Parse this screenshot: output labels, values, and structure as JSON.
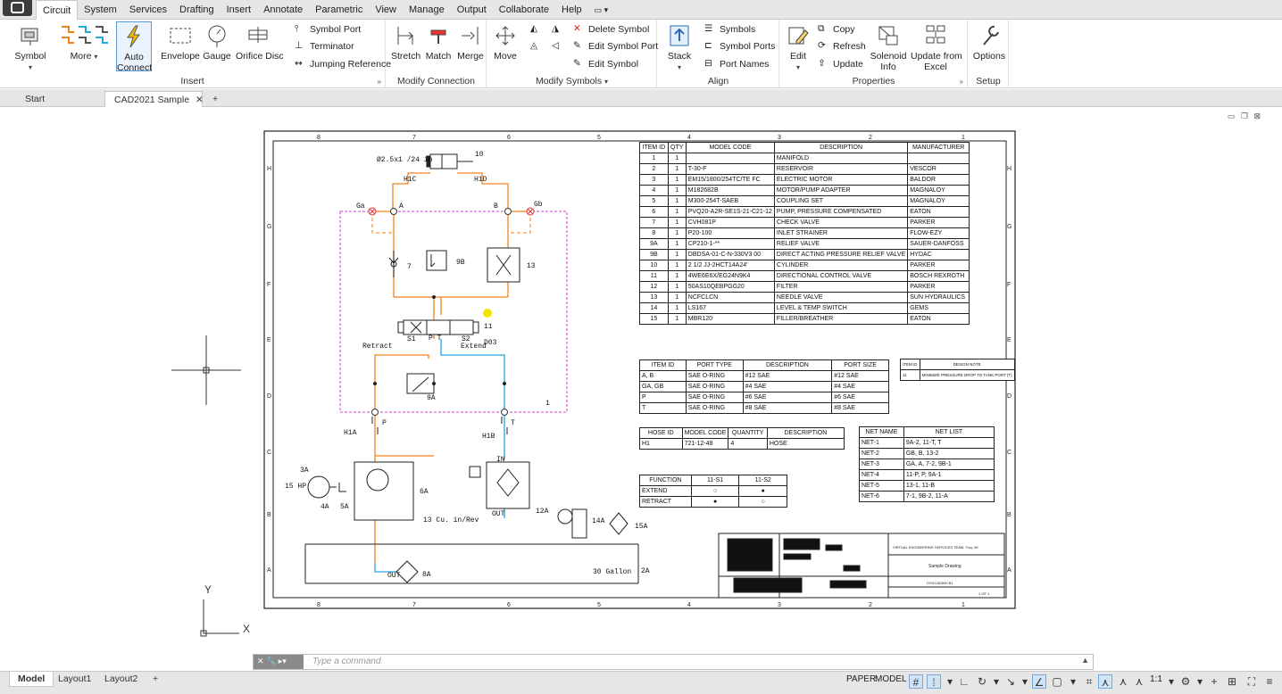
{
  "ribbon_tabs": [
    "Circuit",
    "System",
    "Services",
    "Drafting",
    "Insert",
    "Annotate",
    "Parametric",
    "View",
    "Manage",
    "Output",
    "Collaborate",
    "Help",
    "▭ ▾"
  ],
  "panels": {
    "insert": {
      "title": "Insert",
      "symbol": "Symbol",
      "more": "More",
      "auto_connect_1": "Auto",
      "auto_connect_2": "Connect",
      "envelope": "Envelope",
      "gauge": "Gauge",
      "orifice": "Orifice Disc",
      "symbol_port": "Symbol Port",
      "terminator": "Terminator",
      "jumping_ref": "Jumping Reference"
    },
    "modify_connection": {
      "title": "Modify Connection",
      "stretch": "Stretch",
      "match": "Match",
      "merge": "Merge"
    },
    "modify_symbols": {
      "title": "Modify Symbols",
      "move": "Move",
      "delete_symbol": "Delete Symbol",
      "edit_symbol_port": "Edit Symbol Port",
      "edit_symbol": "Edit Symbol"
    },
    "align": {
      "title": "Align",
      "stack": "Stack",
      "symbols": "Symbols",
      "symbol_ports": "Symbol Ports",
      "port_names": "Port Names"
    },
    "properties": {
      "title": "Properties",
      "edit": "Edit",
      "copy": "Copy",
      "refresh": "Refresh",
      "update": "Update",
      "solenoid_1": "Solenoid",
      "solenoid_2": "Info",
      "update_excel_1": "Update from",
      "update_excel_2": "Excel"
    },
    "setup": {
      "title": "Setup",
      "options": "Options"
    }
  },
  "doc_tabs": {
    "start": "Start",
    "active": "CAD2021 Sample",
    "close": "✕",
    "add": "+"
  },
  "command": {
    "buttons": "✕ 🔧 ▸▾",
    "placeholder": "Type a command"
  },
  "layout_tabs": [
    "Model",
    "Layout1",
    "Layout2",
    "+"
  ],
  "status": {
    "paper": "PAPER",
    "model": "MODEL",
    "scale": "1:1"
  },
  "ucs": {
    "x": "X",
    "y": "Y"
  },
  "drawing": {
    "col_labels": [
      "8",
      "7",
      "6",
      "5",
      "4",
      "3",
      "2",
      "1"
    ],
    "row_labels": [
      "H",
      "G",
      "F",
      "E",
      "D",
      "C",
      "B",
      "A"
    ],
    "labels": {
      "cyl": "Ø2.5x1 /24 in",
      "ga": "Ga",
      "gb": "Gb",
      "a": "A",
      "b": "B",
      "p": "P",
      "t": "T",
      "retract": "Retract",
      "extend": "Extend",
      "s1": "S1",
      "s2": "S2",
      "pt": "P T",
      "d03": "D03",
      "hp": "15 HP",
      "disp": "13 Cu. in/Rev",
      "gallon": "30 Gallon",
      "out1": "OUT",
      "out2": "OUT",
      "in": "IN",
      "b10": "10",
      "b7": "7",
      "b9b": "9B",
      "b13": "13",
      "b11": "11",
      "b9a": "9A",
      "b1": "1",
      "b3a": "3A",
      "b4a": "4A",
      "b5a": "5A",
      "b6a": "6A",
      "b12a": "12A",
      "b14a": "14A",
      "b15a": "15A",
      "b8a": "8A",
      "b2a": "2A",
      "h1c": "H1C",
      "h1d": "H1D",
      "h1a": "H1A",
      "h1b": "H1B",
      "hl": "1"
    },
    "bom": {
      "headers": [
        "ITEM ID",
        "QTY",
        "MODEL CODE",
        "DESCRIPTION",
        "MANUFACTURER"
      ],
      "rows": [
        [
          "1",
          "1",
          "",
          "MANIFOLD",
          ""
        ],
        [
          "2",
          "1",
          "T-30-F",
          "RESERVOIR",
          "VESCOR"
        ],
        [
          "3",
          "1",
          "EM15/1800/254TC/TE FC",
          "ELECTRIC MOTOR",
          "BALDOR"
        ],
        [
          "4",
          "1",
          "M182682B",
          "MOTOR/PUMP ADAPTER",
          "MAGNALOY"
        ],
        [
          "5",
          "1",
          "M300-254T-SAEB",
          "COUPLING SET",
          "MAGNALOY"
        ],
        [
          "6",
          "1",
          "PVQ20-A2R-SE1S-21-C21-12",
          "PUMP, PRESSURE COMPENSATED",
          "EATON"
        ],
        [
          "7",
          "1",
          "CVH081P",
          "CHECK VALVE",
          "PARKER"
        ],
        [
          "8",
          "1",
          "P20-100",
          "INLET STRAINER",
          "FLOW-EZY"
        ],
        [
          "9A",
          "1",
          "CP210-1-**",
          "RELIEF VALVE",
          "SAUER-DANFOSS"
        ],
        [
          "9B",
          "1",
          "DBDSA-01-C-N-330V3 00",
          "DIRECT ACTING PRESSURE RELIEF VALVE",
          "HYDAC"
        ],
        [
          "10",
          "1",
          "2 1/2 JJ-2HCT14A24'",
          "CYLINDER",
          "PARKER"
        ],
        [
          "11",
          "1",
          "4WE6E6X/EG24N9K4",
          "DIRECTIONAL CONTROL VALVE",
          "BOSCH REXROTH"
        ],
        [
          "12",
          "1",
          "50AS10QEBPGG20",
          "FILTER",
          "PARKER"
        ],
        [
          "13",
          "1",
          "NCFCLCN",
          "NEEDLE VALVE",
          "SUN HYDRAULICS"
        ],
        [
          "14",
          "1",
          "LS167",
          "LEVEL & TEMP SWITCH",
          "GEMS"
        ],
        [
          "15",
          "1",
          "MBR120",
          "FILLER/BREATHER",
          "EATON"
        ]
      ]
    },
    "ports": {
      "headers": [
        "ITEM ID",
        "PORT TYPE",
        "DESCRIPTION",
        "PORT SIZE"
      ],
      "rows": [
        [
          "A, B",
          "SAE O-RING",
          "#12 SAE",
          "#12 SAE"
        ],
        [
          "GA, GB",
          "SAE O-RING",
          "#4 SAE",
          "#4 SAE"
        ],
        [
          "P",
          "SAE O-RING",
          "#6 SAE",
          "#6 SAE"
        ],
        [
          "T",
          "SAE O-RING",
          "#8 SAE",
          "#8 SAE"
        ]
      ]
    },
    "notes": {
      "headers": [
        "ITEM ID",
        "DESIGN NOTE"
      ],
      "rows": [
        [
          "11",
          "MINIMIZE PRESSURE DROP TO TANK PORT (T)"
        ]
      ]
    },
    "hoses": {
      "headers": [
        "HOSE ID",
        "MODEL CODE",
        "QUANTITY",
        "DESCRIPTION"
      ],
      "rows": [
        [
          "H1",
          "721-12-48",
          "4",
          "HOSE"
        ]
      ]
    },
    "nets": {
      "headers": [
        "NET NAME",
        "NET LIST"
      ],
      "rows": [
        [
          "NET-1",
          "9A-2, 11-T, T"
        ],
        [
          "NET-2",
          "GB, B, 13-2"
        ],
        [
          "NET-3",
          "GA, A, 7-2, 9B-1"
        ],
        [
          "NET-4",
          "11-P, P, 9A-1"
        ],
        [
          "NET-5",
          "13-1, 11-B"
        ],
        [
          "NET-6",
          "7-1, 9B-2, 11-A"
        ]
      ]
    },
    "functions": {
      "headers": [
        "FUNCTION",
        "11-S1",
        "11-S2"
      ],
      "rows": [
        [
          "EXTEND",
          "○",
          "●"
        ],
        [
          "RETRACT",
          "●",
          "○"
        ]
      ]
    },
    "title_block": {
      "company": "VIRTUAL ENGINEERING SERVICES TEAM, Troy, MI",
      "title": "Sample Drawing",
      "dwg": "HYDCAD500 B1",
      "sheet": "1 OF 1"
    }
  },
  "colors": {
    "accent": "#5b9bd5",
    "orange": "#f0821e",
    "cyan": "#22a7e0",
    "magenta": "#d63cd6",
    "yellow": "#f2e600"
  }
}
